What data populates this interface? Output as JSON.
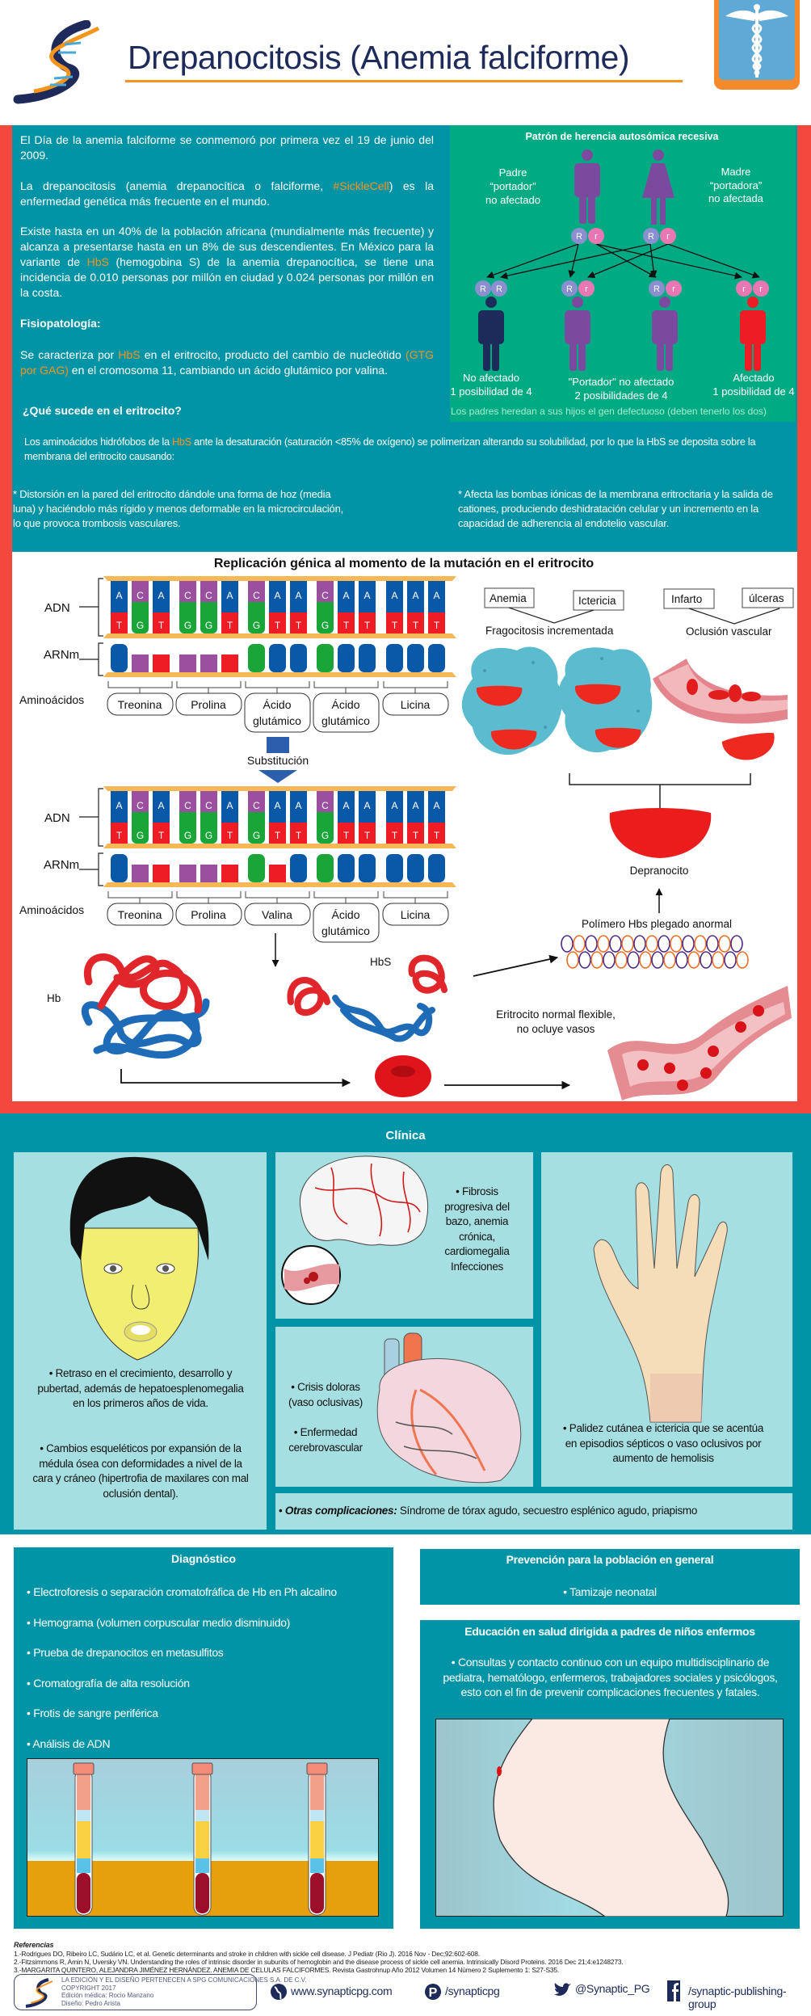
{
  "header": {
    "title": "Drepanocitosis (Anemia falciforme)"
  },
  "intro": {
    "p1": "El Día de la anemia falciforme se conmemoró por primera vez el 19 de junio del 2009.",
    "p2a": "La drepanocitosis (anemia drepanocítica o falciforme, ",
    "p2b": "#SickleCell",
    "p2c": ") es la enfermedad genética más frecuente en el mundo.",
    "p3a": "Existe hasta en un 40% de la población africana (mundialmente más frecuente) y alcanza a presentarse hasta en un 8% de sus descendientes.  En México para la variante de ",
    "p3b": "HbS",
    "p3c": " (hemogobina S) de la anemia drepanocítica, se tiene una incidencia de  0.010 personas por millón en ciudad y 0.024 personas por millón en la costa.",
    "fisio_title": "Fisiopatología:",
    "p4a": "Se caracteriza por ",
    "p4b": "HbS",
    "p4c": " en el eritrocito, producto del cambio de nucleótido ",
    "p4d": "(GTG por GAG)",
    "p4e": " en el cromosoma 11, cambiando un ácido glutámico por valina.",
    "que_title": "¿Qué sucede en el eritrocito?",
    "p5a": "Los aminoácidos hidrófobos de la ",
    "p5b": "HbS",
    "p5c": " ante la desaturación (saturación <85% de oxígeno) se polimerizan alterando su solubilidad, por lo que la HbS se deposita sobre la membrana del eritrocito causando:",
    "bullet_left": "* Distorsión en  la pared del eritrocito dándole una forma de hoz (media luna) y haciéndolo más rígido y menos deformable en la microcirculación, lo que provoca trombosis vasculares.",
    "bullet_right": "* Afecta las bombas iónicas de la membrana eritrocitaria y la salida de cationes, produciendo deshidratación celular y un incremento en la capacidad de adherencia al endotelio vascular."
  },
  "inheritance": {
    "title": "Patrón de herencia autosómica recesiva",
    "father": [
      "Padre",
      "“portador”",
      "no afectado"
    ],
    "mother": [
      "Madre",
      "“portadora”",
      "no afectada"
    ],
    "dominant": "R",
    "recessive": "r",
    "child1": [
      "No afectado",
      "1 posibilidad de 4"
    ],
    "child2": [
      "\"Portador\" no afectado",
      "2 posibilidades de 4"
    ],
    "child3": [
      "Afectado",
      "1 posibilidad de 4"
    ],
    "footnote": "Los padres heredan a sus hijos el gen defectuoso (deben tenerlo los dos)",
    "colors": {
      "carrier": "#7b4a9e",
      "unaffected": "#1c2b5a",
      "affected": "#ee1c25",
      "R": "#8a8fd0",
      "r": "#e877b4"
    }
  },
  "diagram": {
    "title": "Replicación génica al momento de la mutación en el eritrocito",
    "dna_label": "ADN",
    "rna_label": "ARNm",
    "amino_label": "Aminoácidos",
    "substitution": "Substitución",
    "original": {
      "top": [
        "A",
        "C",
        "A",
        "C",
        "C",
        "A",
        "C",
        "A",
        "A",
        "C",
        "A",
        "A",
        "A",
        "A",
        "A"
      ],
      "bottom": [
        "T",
        "G",
        "T",
        "G",
        "G",
        "T",
        "G",
        "T",
        "T",
        "G",
        "T",
        "T",
        "T",
        "T",
        "T"
      ],
      "rna": [
        "A",
        "C",
        "T",
        "C",
        "C",
        "T",
        "G",
        "A",
        "A",
        "G",
        "A",
        "A",
        "A",
        "A",
        "A"
      ],
      "aminos": [
        [
          "Treonina"
        ],
        [
          "Prolina"
        ],
        [
          "Ácido",
          "glutámico"
        ],
        [
          "Ácido",
          "glutámico"
        ],
        [
          "Licina"
        ]
      ]
    },
    "mutated": {
      "top": [
        "A",
        "C",
        "A",
        "C",
        "C",
        "A",
        "C",
        "A",
        "A",
        "C",
        "A",
        "A",
        "A",
        "A",
        "A"
      ],
      "bottom": [
        "T",
        "G",
        "T",
        "G",
        "G",
        "T",
        "G",
        "T",
        "T",
        "G",
        "T",
        "T",
        "T",
        "T",
        "T"
      ],
      "rna": [
        "A",
        "C",
        "T",
        "C",
        "C",
        "T",
        "G",
        "T",
        "A",
        "G",
        "A",
        "A",
        "A",
        "A",
        "A"
      ],
      "aminos": [
        [
          "Treonina"
        ],
        [
          "Prolina"
        ],
        [
          "Valina"
        ],
        [
          "Ácido",
          "glutámico"
        ],
        [
          "Licina"
        ]
      ]
    },
    "base_colors": {
      "A": "#0a58a8",
      "T": "#ee1c25",
      "C": "#9b4f9f",
      "G": "#1aa538"
    },
    "anemia": "Anemia",
    "icterecia": "Ictericia",
    "fagocitosis": "Fragocitosis  incrementada",
    "infarto": "Infarto",
    "ulceras": "úlceras",
    "oclusion": "Oclusión vascular",
    "drepanocito": "Depranocito",
    "polimero": "Polímero Hbs plegado anormal",
    "hb": "Hb",
    "hbs": "HbS",
    "normal": [
      "Eritrocito normal flexible,",
      "no ocluye  vasos"
    ]
  },
  "clinica": {
    "title": "Clínica",
    "face_text1": "• Retraso en el crecimiento, desarrollo y pubertad, además de hepatoesplenomegalia en los primeros años de vida.",
    "face_text2": "• Cambios esqueléticos por expansión de la médula ósea con deformidades a nivel de la cara y cráneo (hipertrofia de maxilares con mal oclusión dental).",
    "brain_text": "• Fibrosis progresiva del bazo, anemia crónica, cardiomegalia Infecciones",
    "heart_text1": "• Crisis doloras (vaso oclusivas)",
    "heart_text2": "• Enfermedad cerebrovascular",
    "hand_text": "• Palidez cutánea e ictericia que se acentúa en episodios sépticos o vaso oclusivos por aumento de hemolisis",
    "otras_label": "Otras complicaciones:",
    "otras_text": " Síndrome de tórax agudo, secuestro esplénico agudo,  priapismo"
  },
  "diagnostico": {
    "title": "Diagnóstico",
    "items": [
      "• Electroforesis o separación cromatofráfica  de Hb en Ph alcalino",
      "• Hemograma (volumen corpuscular medio disminuido)",
      "• Prueba de drepanocitos en metasulfitos",
      "• Cromatografía de alta resolución",
      "• Frotis de sangre periférica",
      "• Análisis de ADN"
    ]
  },
  "prevencion": {
    "title": "Prevención para la población en general",
    "item": "• Tamizaje neonatal"
  },
  "educacion": {
    "title": "Educación en salud dirigida a padres de niños enfermos",
    "item": "• Consultas y contacto continuo con un equipo multidisciplinario de pediatra, hematólogo, enfermeros, trabajadores sociales y psicólogos, esto con el fin de prevenir complicaciones frecuentes y fatales."
  },
  "footer": {
    "ref_title": "Referencias",
    "refs": [
      "1.-Rodrigues DO, Ribeiro LC, Sudário LC, et al. Genetic determinants and stroke in children with sickle cell disease. J Pediatr (Rio J). 2016 Nov - Dec;92:602-608.",
      "2.-Fitzsimmons R, Amin N, Uversky VN. Understanding the roles of intrinsic disorder in subunits of hemoglobin and the disease process of sickle cell anemia. Intrinsically Disord Proteins. 2016 Dec 21;4:e1248273.",
      "3.-MARGARITA QUINTERO, ALEJANDRA JIMÉNEZ HERNÁNDEZ. ANEMIA DE CELULAS FALCIFORMES. Revista Gastrohnup Año 2012 Volumen 14 Número 2 Suplemento 1: S27-S35."
    ],
    "copyright": [
      "LA EDICIÓN Y EL DISEÑO PERTENECEN A SPG COMUNICACIONES S.A. DE C.V.",
      "COPYRIGHT 2017",
      "Edición médica: Rocio Manzano",
      "Diseño: Pedro Arista"
    ],
    "web": "www.synapticpg.com",
    "pinterest": "/synapticpg",
    "twitter": "@Synaptic_PG",
    "facebook": "/synaptic-publishing-group"
  },
  "colors": {
    "teal": "#0094a6",
    "red": "#f4473e",
    "green": "#00ab84",
    "panel": "#a6dfe2",
    "orange": "#f7941d",
    "navy": "#1d2a5a"
  }
}
